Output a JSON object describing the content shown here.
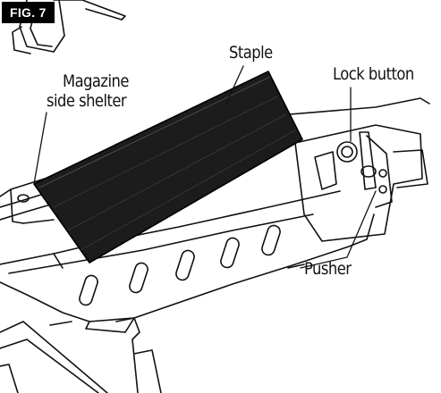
{
  "figure": {
    "badge": "FIG. 7",
    "callouts": {
      "staple": "Staple",
      "magazine_line1": "Magazine",
      "magazine_line2": "side shelter",
      "lock_button": "Lock button",
      "pusher": "Pusher"
    }
  },
  "colors": {
    "ink": "#111111",
    "badge_background": "#000000",
    "badge_text": "#ffffff",
    "staple_strip": "#1c1c1c"
  }
}
